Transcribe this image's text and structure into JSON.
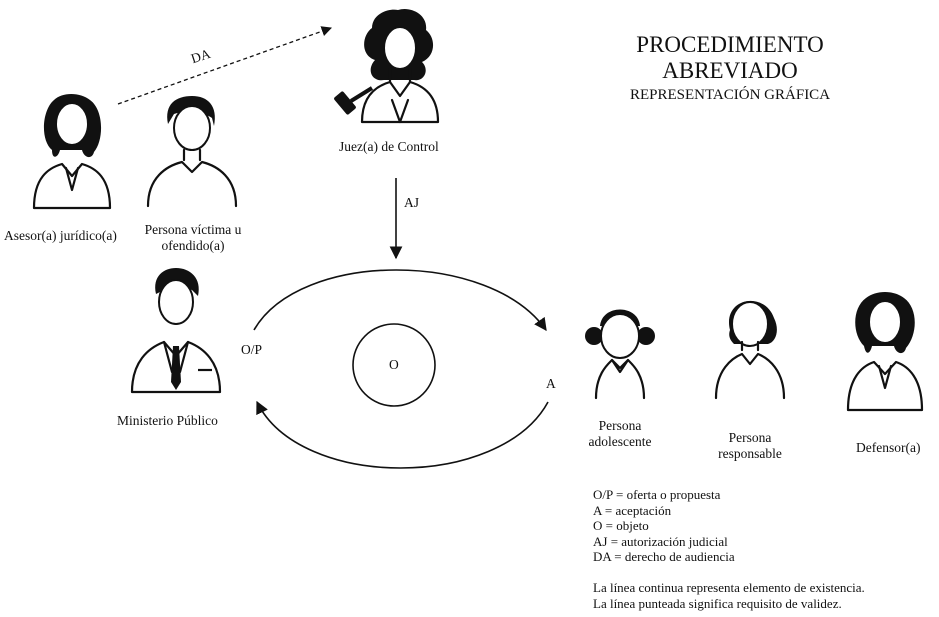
{
  "title": {
    "line1": "PROCEDIMIENTO",
    "line2": "ABREVIADO",
    "subtitle": "REPRESENTACIÓN GRÁFICA"
  },
  "people": {
    "asesor": "Asesor(a) jurídico(a)",
    "victima": [
      "Persona víctima u",
      "ofendido(a)"
    ],
    "juez": "Juez(a) de Control",
    "ministerio": "Ministerio Público",
    "adolescente": [
      "Persona",
      "adolescente"
    ],
    "responsable": [
      "Persona",
      "responsable"
    ],
    "defensor": "Defensor(a)"
  },
  "edges": {
    "da": "DA",
    "aj": "AJ",
    "op": "O/P",
    "a": "A",
    "o": "O"
  },
  "legend": {
    "items": [
      "O/P = oferta o propuesta",
      "A = aceptación",
      "O = objeto",
      "AJ = autorización judicial",
      "DA = derecho de audiencia"
    ],
    "notes": [
      "La línea continua representa elemento de existencia.",
      "La línea punteada significa requisito de validez."
    ]
  }
}
